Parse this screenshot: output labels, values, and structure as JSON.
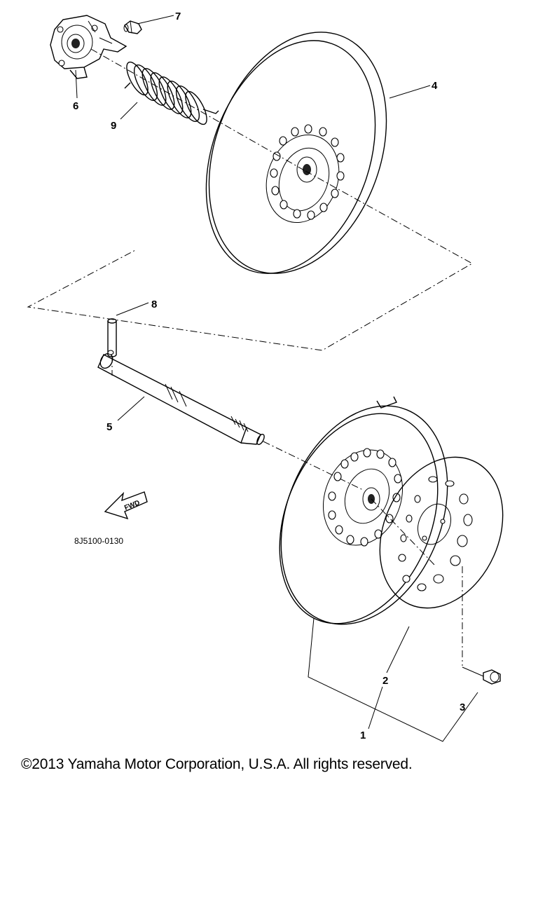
{
  "diagram": {
    "callouts": [
      "1",
      "2",
      "3",
      "4",
      "5",
      "6",
      "7",
      "8",
      "9"
    ],
    "part_number": "8J5100-0130",
    "fwd_label": "FWD"
  },
  "footer": {
    "copyright": "©2013 Yamaha Motor Corporation, U.S.A. All rights reserved."
  }
}
